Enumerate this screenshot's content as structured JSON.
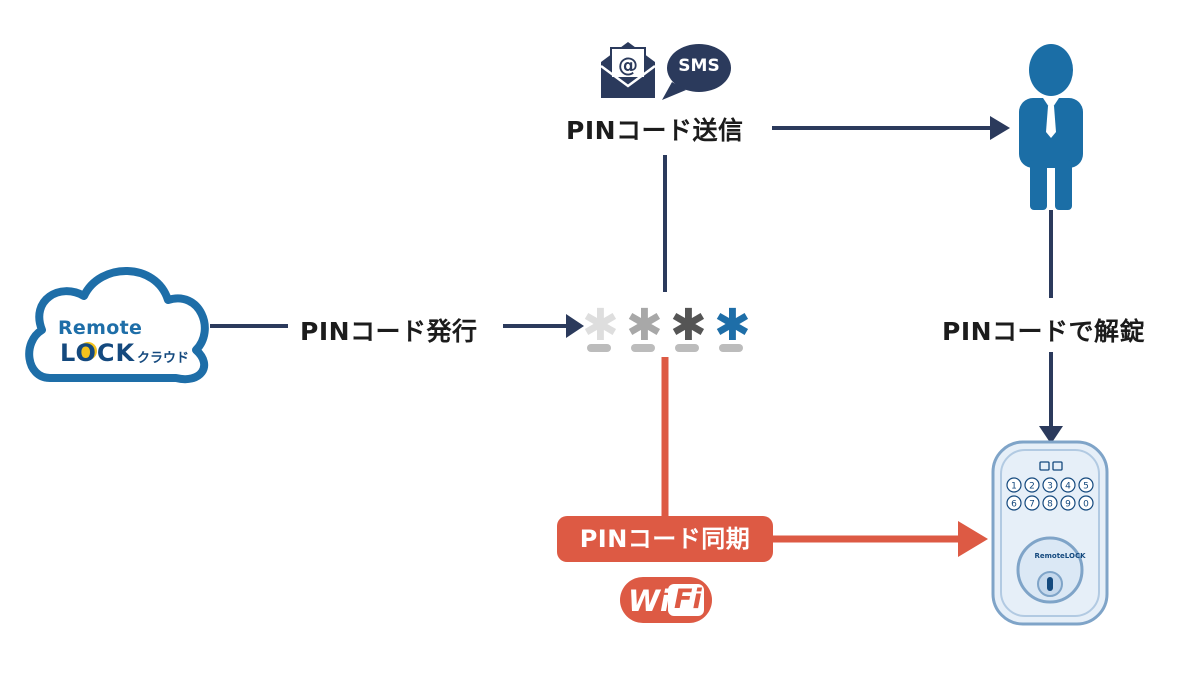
{
  "labels": {
    "issue": "PINコード発行",
    "send": "PINコード送信",
    "unlock": "PINコードで解錠",
    "sync": "PINコード同期"
  },
  "cloud": {
    "line1": "Remote",
    "line2": "LOCK",
    "line3": "クラウド"
  },
  "icons": {
    "email": "envelope-at-icon",
    "sms_text": "SMS",
    "wifi_text_1": "Wi",
    "wifi_text_2": "Fi",
    "person": "person-icon",
    "lock": "keypad-lock-icon",
    "pin_asterisks": "asterisk-icon"
  },
  "lock": {
    "brand": "RemoteLOCK",
    "keys": [
      "1",
      "2",
      "3",
      "4",
      "5",
      "6",
      "7",
      "8",
      "9",
      "0"
    ]
  },
  "colors": {
    "navy": "#2b3a5c",
    "red": "#dd5a44",
    "blue": "#1e6ea8",
    "text": "#1c1c1c"
  }
}
